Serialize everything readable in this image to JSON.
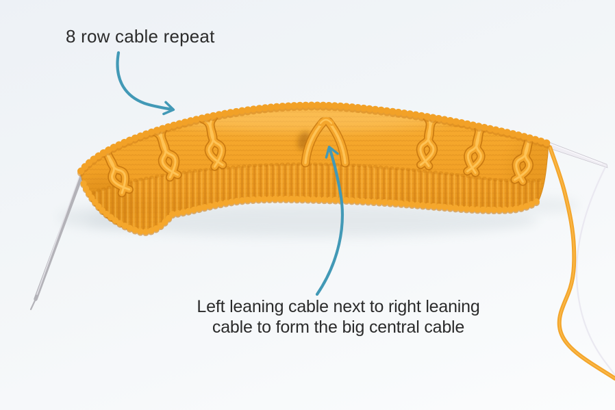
{
  "scene": {
    "description": "Photo of a mustard-yellow knitted cable swatch held on knitting needles, annotated with teal hand-drawn arrows",
    "colors": {
      "background_top": "#edf1f6",
      "background_bottom": "#fbfcfd",
      "yarn": "#f3a52b",
      "yarn_dark": "#c4740e",
      "yarn_light": "#ffc85e",
      "needle": "#b3b2b8",
      "arrow": "#4299b6",
      "text": "#2b2b2b"
    }
  },
  "annotations": {
    "top": {
      "text": "8 row cable repeat"
    },
    "bottom": {
      "line1": "Left leaning cable next to right leaning",
      "line2": "cable to form the big central cable"
    }
  }
}
